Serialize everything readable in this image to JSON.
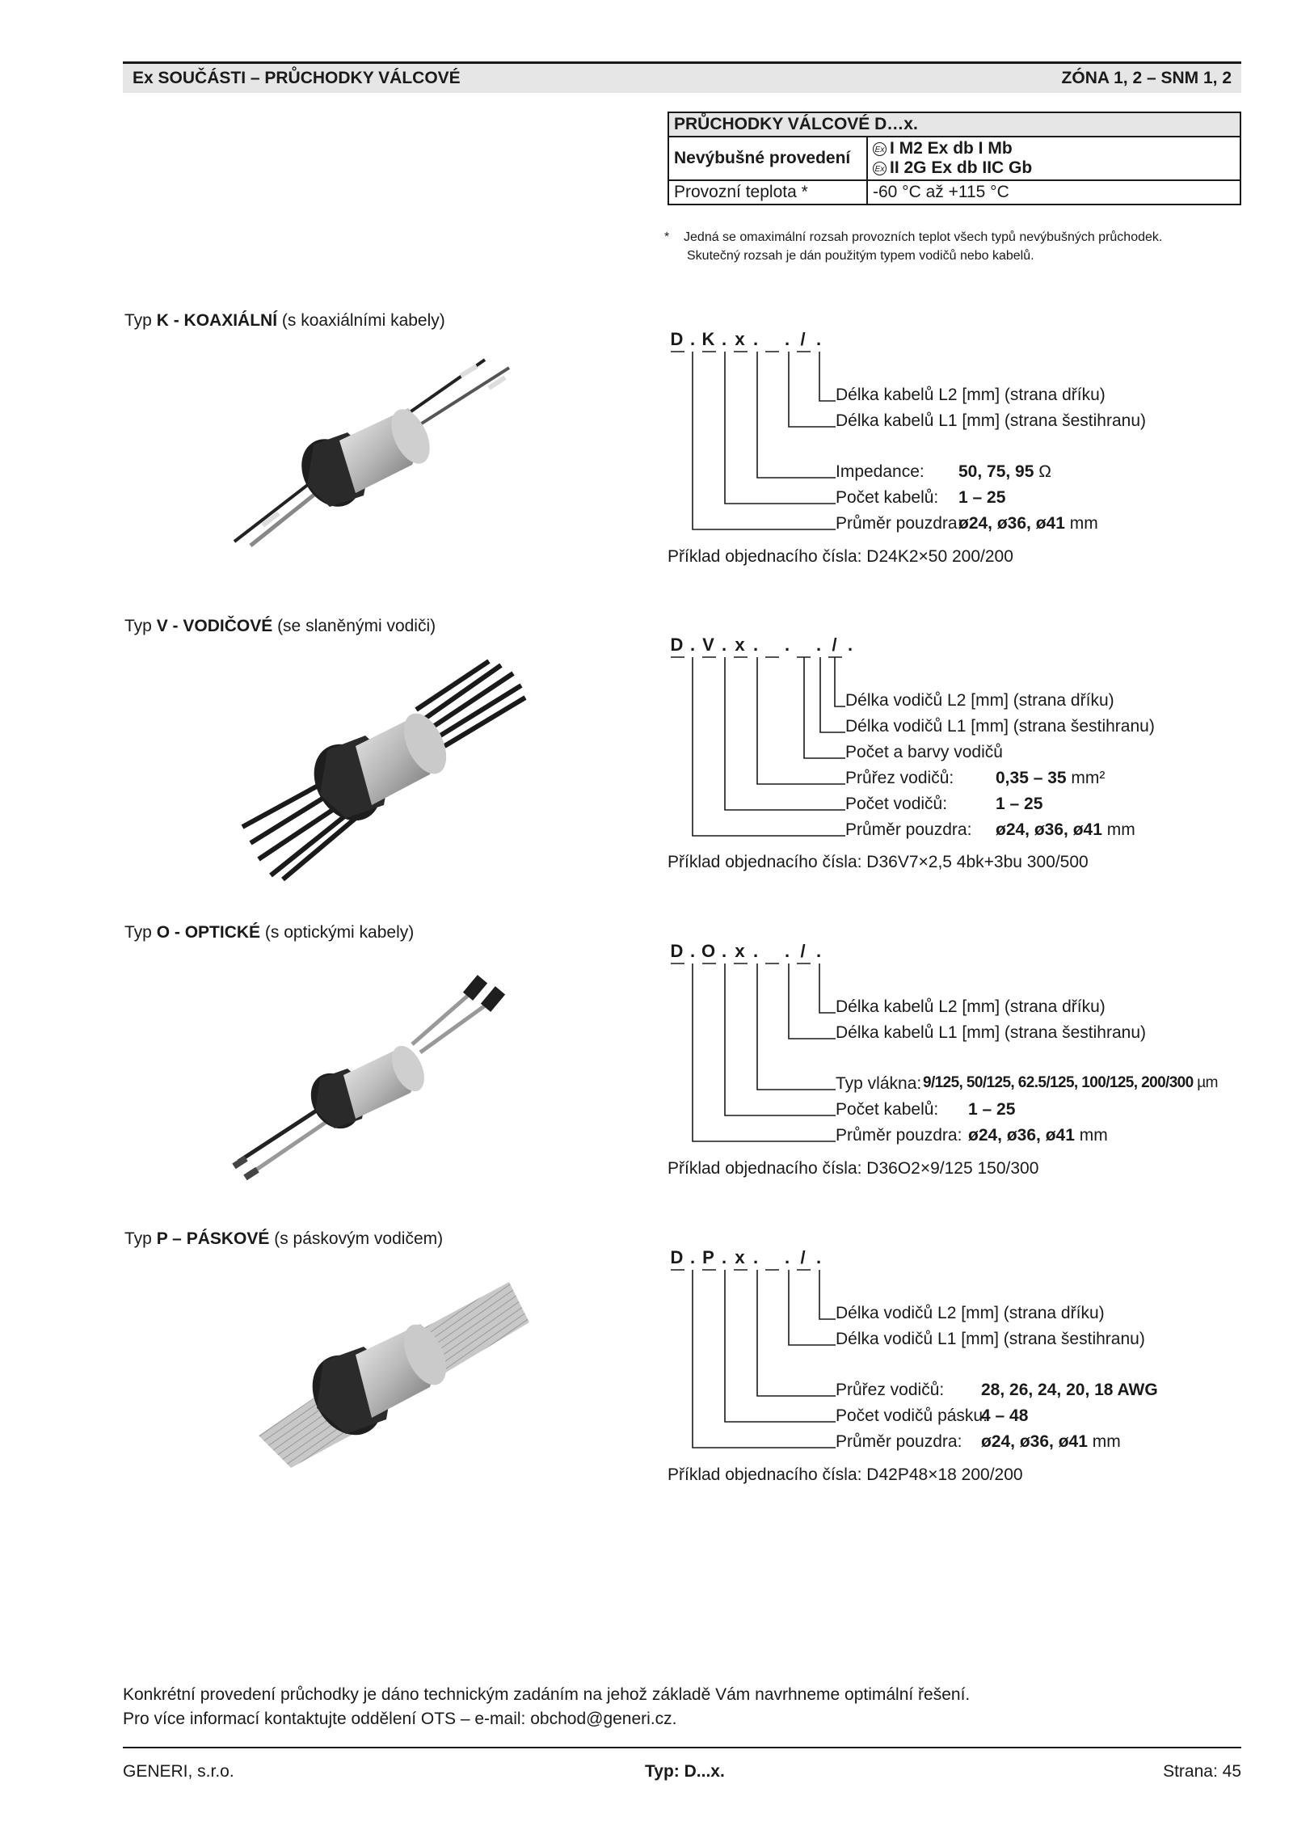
{
  "header": {
    "left": "Ex SOUČÁSTI – PRŮCHODKY VÁLCOVÉ",
    "right": "ZÓNA 1, 2 – SNM 1, 2"
  },
  "spec_table": {
    "title": "PRŮCHODKY VÁLCOVÉ D…x.",
    "rows": [
      {
        "label": "Nevýbušné provedení",
        "values": [
          "I M2 Ex db I Mb",
          "II 2G Ex db IIC Gb"
        ]
      },
      {
        "label": "Provozní teplota *",
        "values": [
          "-60 °C až +115 °C"
        ]
      }
    ],
    "ex_symbol": "Ex",
    "footnote_mark": "*",
    "footnote": [
      "Jedná se omaximální rozsah provozních teplot všech typů nevýbušných průchodek.",
      "Skutečný rozsah je dán použitým typem vodičů nebo kabelů."
    ]
  },
  "types": [
    {
      "prefix": "Typ ",
      "letter": "K",
      "sep": " - ",
      "name": "KOAXIÁLNÍ",
      "suffix": " (s koaxiálními kabely)",
      "code": [
        "D",
        ".",
        "K",
        ".",
        "x",
        ".",
        "",
        ".",
        "/",
        "."
      ],
      "lengths": [
        "Délka kabelů L2 [mm] (strana dříku)",
        "Délka kabelů L1 [mm] (strana šestihranu)"
      ],
      "params": [
        {
          "label": "Impedance:",
          "value": "50, 75, 95",
          "unit": " Ω"
        },
        {
          "label": "Počet kabelů:",
          "value": "1 – 25",
          "unit": ""
        },
        {
          "label": "Průměr pouzdra:",
          "value": "ø24, ø36, ø41",
          "unit": " mm"
        }
      ],
      "example": "Příklad objednacího čísla: D24K2×50 200/200"
    },
    {
      "prefix": "Typ ",
      "letter": "V",
      "sep": " - ",
      "name": "VODIČOVÉ",
      "suffix": " (se slaněnými vodiči)",
      "code": [
        "D",
        ".",
        "V",
        ".",
        "x",
        ".",
        "",
        ".",
        "",
        ".",
        "/",
        "."
      ],
      "lengths": [
        "Délka vodičů L2 [mm] (strana dříku)",
        "Délka vodičů L1 [mm] (strana šestihranu)",
        "Počet a barvy vodičů"
      ],
      "params": [
        {
          "label": "Průřez vodičů:",
          "value": "0,35 – 35",
          "unit": " mm²"
        },
        {
          "label": "Počet vodičů:",
          "value": "1 – 25",
          "unit": ""
        },
        {
          "label": "Průměr pouzdra:",
          "value": "ø24, ø36, ø41",
          "unit": " mm"
        }
      ],
      "example": "Příklad objednacího čísla: D36V7×2,5 4bk+3bu 300/500"
    },
    {
      "prefix": "Typ ",
      "letter": "O",
      "sep": " - ",
      "name": "OPTICKÉ",
      "suffix": " (s optickými kabely)",
      "code": [
        "D",
        ".",
        "O",
        ".",
        "x",
        ".",
        "",
        ".",
        "/",
        "."
      ],
      "lengths": [
        "Délka kabelů L2 [mm] (strana dříku)",
        "Délka kabelů L1 [mm] (strana šestihranu)"
      ],
      "params": [
        {
          "label": "Typ vlákna:",
          "value": "9/125, 50/125, 62.5/125, 100/125, 200/300",
          "unit": " µm"
        },
        {
          "label": "Počet kabelů:",
          "value": "1 – 25",
          "unit": ""
        },
        {
          "label": "Průměr pouzdra:",
          "value": "ø24, ø36, ø41",
          "unit": " mm"
        }
      ],
      "example": "Příklad objednacího čísla: D36O2×9/125 150/300"
    },
    {
      "prefix": "Typ ",
      "letter": "P",
      "sep": " – ",
      "name": "PÁSKOVÉ",
      "suffix": " (s páskovým vodičem)",
      "code": [
        "D",
        ".",
        "P",
        ".",
        "x",
        ".",
        "",
        ".",
        "/",
        "."
      ],
      "lengths": [
        "Délka vodičů L2 [mm] (strana dříku)",
        "Délka vodičů L1 [mm] (strana šestihranu)"
      ],
      "params": [
        {
          "label": "Průřez vodičů:",
          "value": "28, 26, 24, 20, 18 AWG",
          "unit": ""
        },
        {
          "label": "Počet vodičů pásku:",
          "value": "4 – 48",
          "unit": ""
        },
        {
          "label": "Průměr pouzdra:",
          "value": "ø24, ø36, ø41",
          "unit": " mm"
        }
      ],
      "example": "Příklad objednacího čísla: D42P48×18 200/200"
    }
  ],
  "footer_note": [
    "Konkrétní provedení průchodky je dáno technickým zadáním na jehož základě Vám navrhneme optimální řešení.",
    "Pro více informací kontaktujte oddělení OTS – e-mail: obchod@generi.cz."
  ],
  "footer": {
    "company": "GENERI, s.r.o.",
    "type": "Typ: D...x.",
    "page": "Strana: 45"
  }
}
